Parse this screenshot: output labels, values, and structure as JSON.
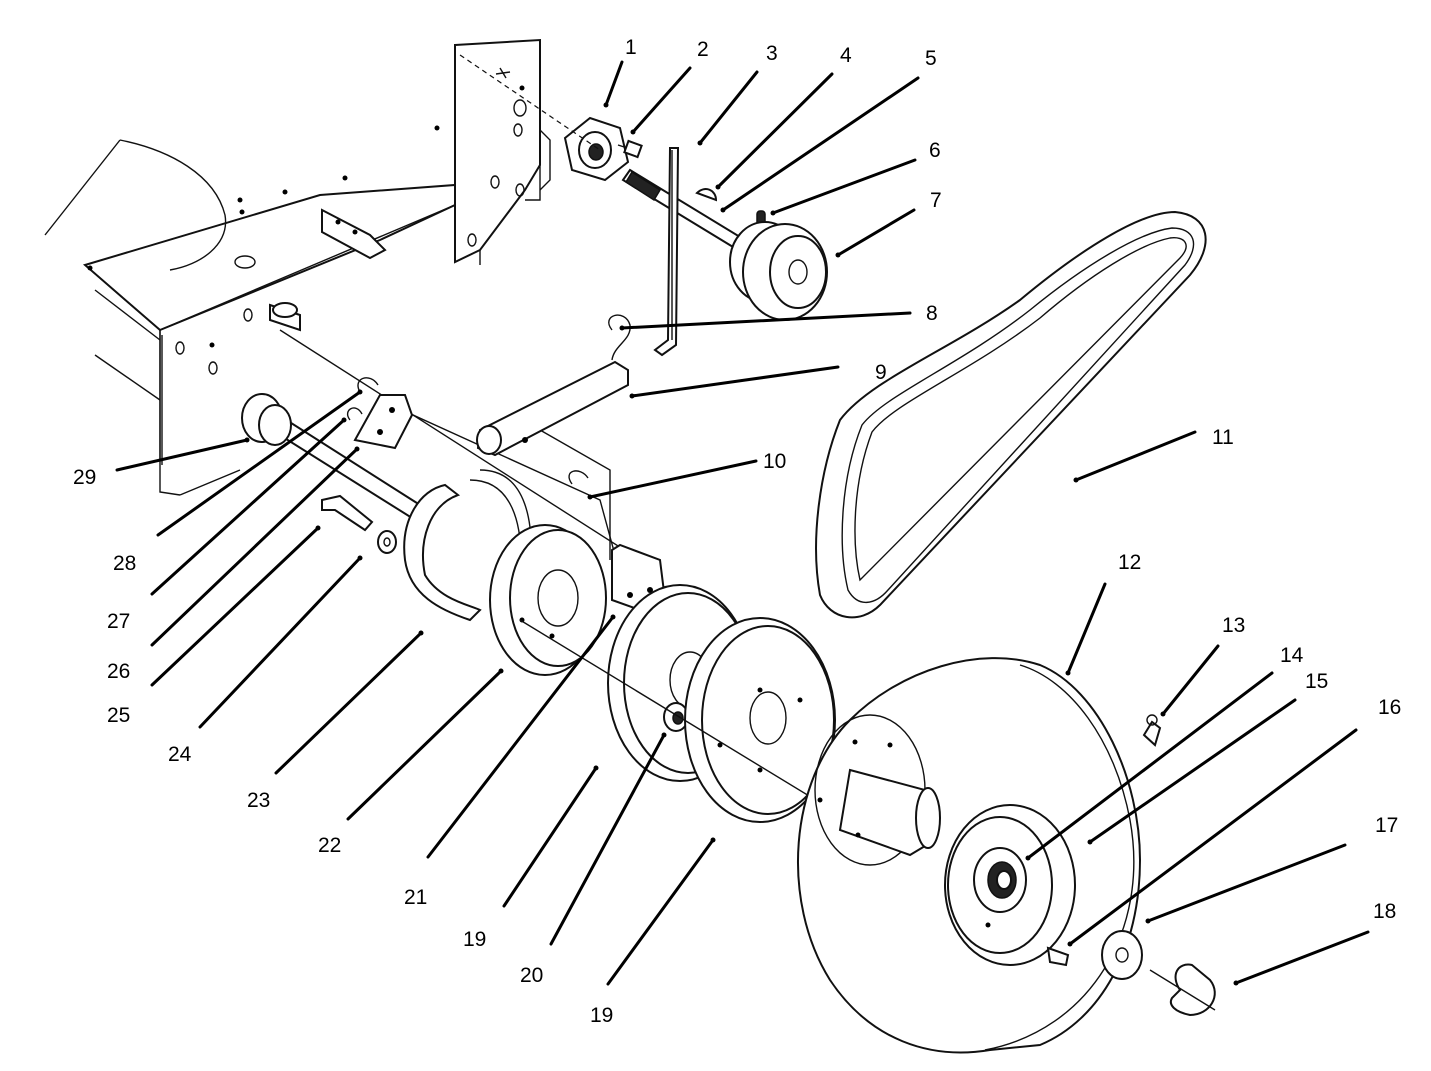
{
  "callouts": [
    {
      "id": "1",
      "label": "1"
    },
    {
      "id": "2",
      "label": "2"
    },
    {
      "id": "3",
      "label": "3"
    },
    {
      "id": "4",
      "label": "4"
    },
    {
      "id": "5",
      "label": "5"
    },
    {
      "id": "6",
      "label": "6"
    },
    {
      "id": "7",
      "label": "7"
    },
    {
      "id": "8",
      "label": "8"
    },
    {
      "id": "9",
      "label": "9"
    },
    {
      "id": "10",
      "label": "10"
    },
    {
      "id": "11",
      "label": "11"
    },
    {
      "id": "12",
      "label": "12"
    },
    {
      "id": "13",
      "label": "13"
    },
    {
      "id": "14",
      "label": "14"
    },
    {
      "id": "15",
      "label": "15"
    },
    {
      "id": "16",
      "label": "16"
    },
    {
      "id": "17",
      "label": "17"
    },
    {
      "id": "18",
      "label": "18"
    },
    {
      "id": "19a",
      "label": "19"
    },
    {
      "id": "19b",
      "label": "19"
    },
    {
      "id": "20",
      "label": "20"
    },
    {
      "id": "21",
      "label": "21"
    },
    {
      "id": "22",
      "label": "22"
    },
    {
      "id": "23",
      "label": "23"
    },
    {
      "id": "24",
      "label": "24"
    },
    {
      "id": "25",
      "label": "25"
    },
    {
      "id": "26",
      "label": "26"
    },
    {
      "id": "27",
      "label": "27"
    },
    {
      "id": "28",
      "label": "28"
    },
    {
      "id": "29",
      "label": "29"
    }
  ]
}
